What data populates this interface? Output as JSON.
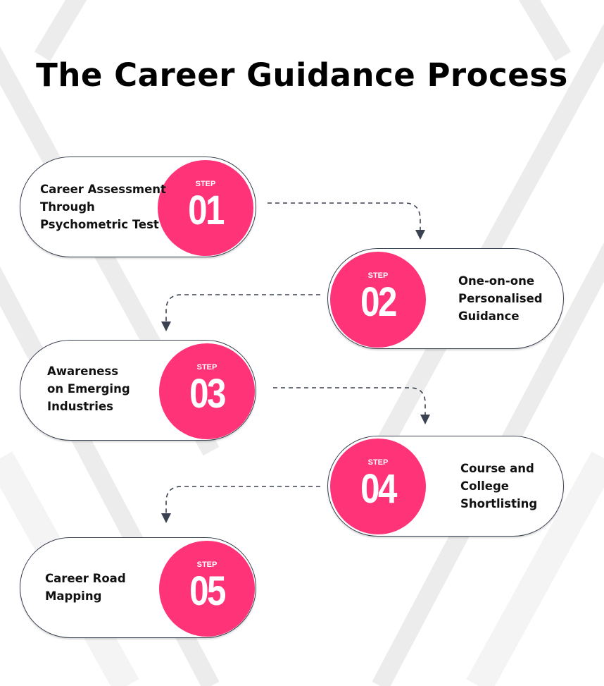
{
  "title": "The Career Guidance Process",
  "accent_color": "#ff3377",
  "steps": [
    {
      "label": "STEP",
      "number": "01",
      "lines": [
        "Career Assessment",
        "Through",
        "Psychometric Test"
      ]
    },
    {
      "label": "STEP",
      "number": "02",
      "lines": [
        "One-on-one",
        "Personalised",
        "Guidance"
      ]
    },
    {
      "label": "STEP",
      "number": "03",
      "lines": [
        "Awareness",
        "on Emerging",
        "Industries"
      ]
    },
    {
      "label": "STEP",
      "number": "04",
      "lines": [
        "Course and",
        "College",
        "Shortlisting"
      ]
    },
    {
      "label": "STEP",
      "number": "05",
      "lines": [
        "Career Road",
        "Mapping"
      ]
    }
  ]
}
